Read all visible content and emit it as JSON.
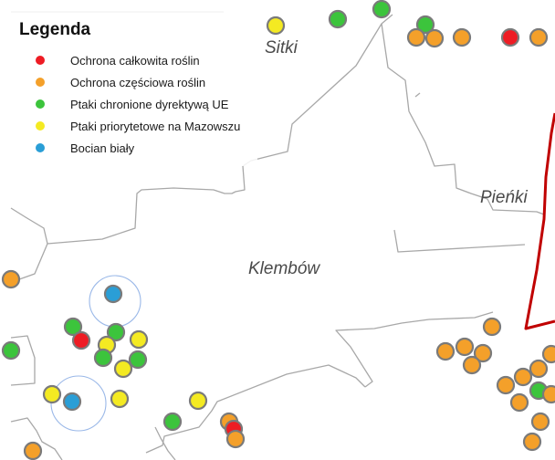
{
  "legend": {
    "title": "Legenda",
    "items": [
      {
        "key": "red",
        "label": "Ochrona całkowita roślin",
        "color": "#ee1c24"
      },
      {
        "key": "orange",
        "label": "Ochrona częściowa roślin",
        "color": "#f4a02a"
      },
      {
        "key": "green",
        "label": "Ptaki chronione dyrektywą UE",
        "color": "#3cc43c"
      },
      {
        "key": "yellow",
        "label": "Ptaki priorytetowe na Mazowszu",
        "color": "#f4ea22"
      },
      {
        "key": "blue",
        "label": "Bocian biały",
        "color": "#2a9ed6"
      }
    ]
  },
  "places": {
    "sitki": "Sitki",
    "pienki": "Pieńki",
    "klembow": "Klembów"
  },
  "colors": {
    "boundary": "#a8a8a8",
    "highlight_boundary": "#c00000",
    "marker_outline": "#7a7a7a",
    "stork_buffer": "#9ab8e8"
  }
}
